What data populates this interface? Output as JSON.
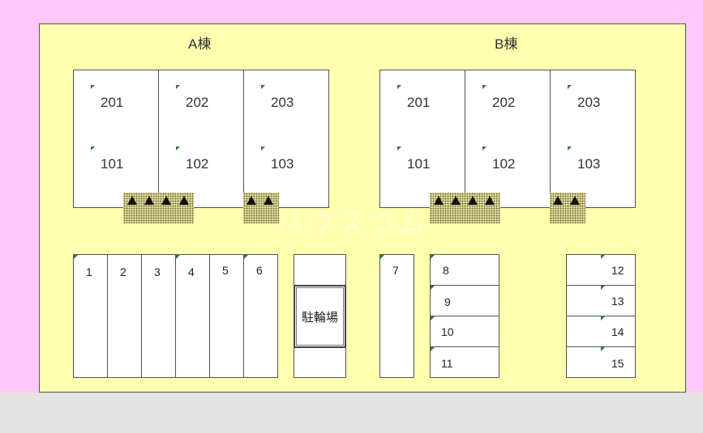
{
  "buildings": [
    {
      "title": "A棟",
      "floors": [
        [
          "201",
          "202",
          "203"
        ],
        [
          "101",
          "102",
          "103"
        ]
      ]
    },
    {
      "title": "B棟",
      "floors": [
        [
          "201",
          "202",
          "203"
        ],
        [
          "101",
          "102",
          "103"
        ]
      ]
    }
  ],
  "parking": [
    "1",
    "2",
    "3",
    "4",
    "5",
    "6",
    "7",
    "8",
    "9",
    "10",
    "11",
    "12",
    "13",
    "14",
    "15"
  ],
  "bicycle_parking": "駐輪場",
  "watermark": "ハウスコム"
}
